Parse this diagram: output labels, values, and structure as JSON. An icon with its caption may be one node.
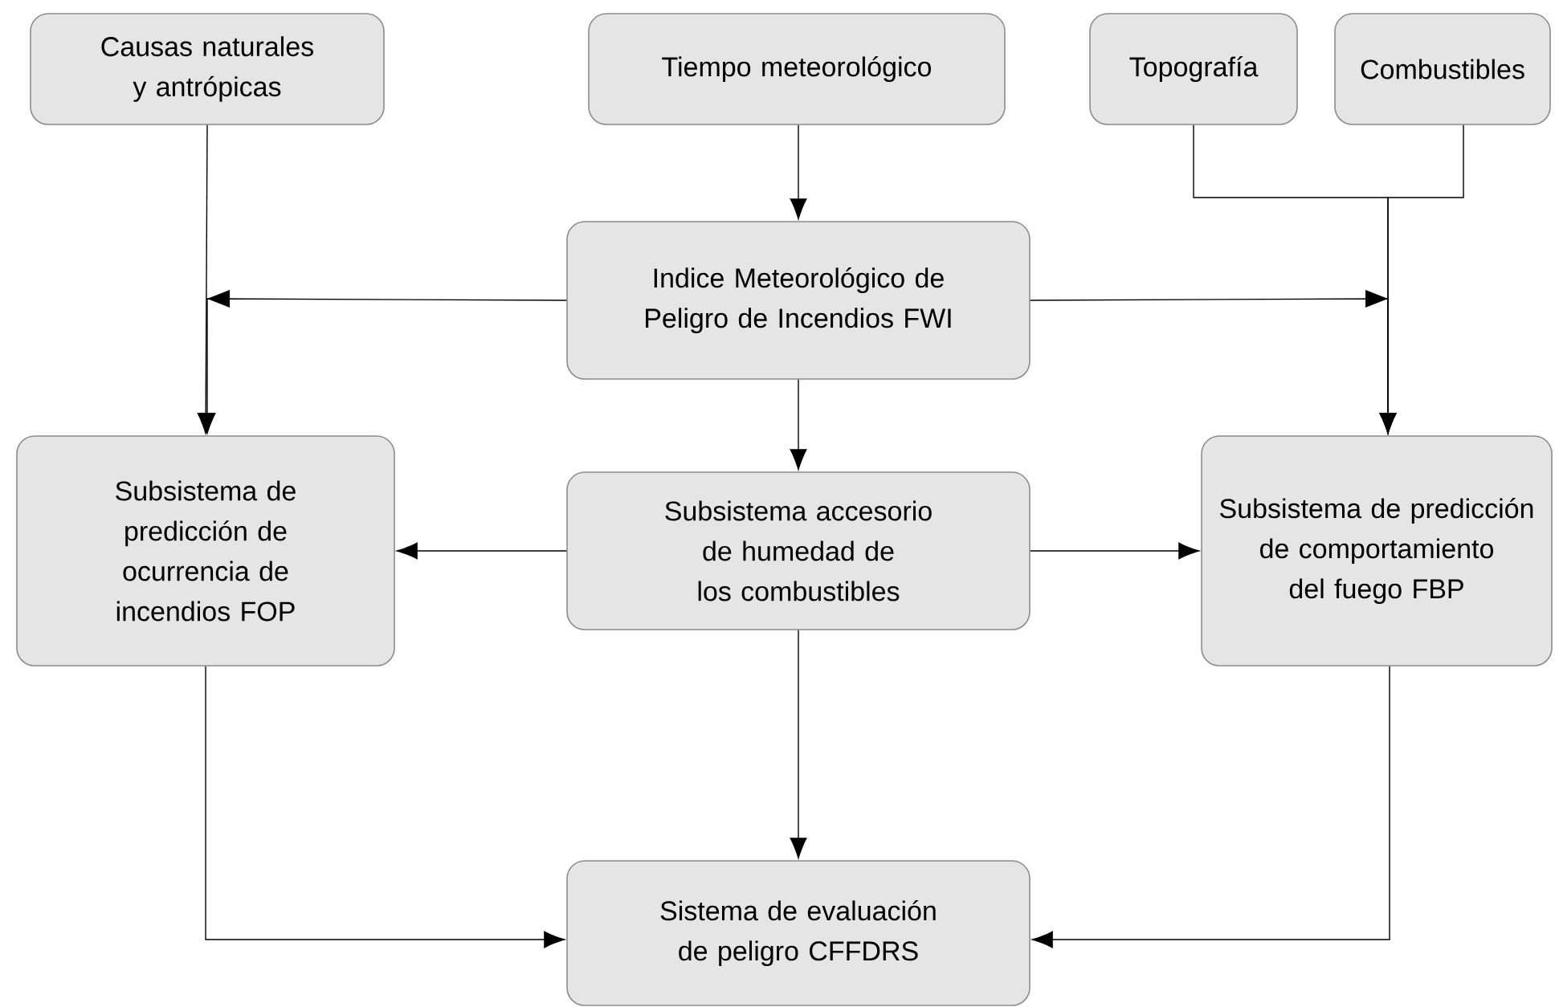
{
  "diagram": {
    "nodes": [
      {
        "text": [
          "Causas naturales y antrópicas"
        ]
      },
      {
        "text": [
          "Tiempo meteorológico"
        ]
      },
      {
        "text": [
          "Topografía"
        ]
      },
      {
        "text": [
          "Combustibles"
        ]
      },
      {
        "text": [
          "Indice Meteorológico de Peligro de Incendios FWI"
        ]
      },
      {
        "text": [
          "Subsistema de predicción de ocurrencia de incendios FOP"
        ]
      },
      {
        "text": [
          "Subsistema accesorio de humedad de los combustibles"
        ]
      },
      {
        "text": [
          "Subsistema de predicción de comportamiento del fuego FBP"
        ]
      },
      {
        "text": [
          "Sistema de evaluación de peligro CFFDRS"
        ]
      }
    ],
    "edges": [
      {
        "from": 1,
        "to": 4,
        "arrow": "to"
      },
      {
        "from": 0,
        "to": 5,
        "arrow": "to"
      },
      {
        "from": 4,
        "to": 5,
        "arrow": "to"
      },
      {
        "from": 2,
        "to": 7,
        "arrow": "to"
      },
      {
        "from": 3,
        "to": 7,
        "arrow": "to"
      },
      {
        "from": 4,
        "to": 7,
        "arrow": "to"
      },
      {
        "from": 4,
        "to": 6,
        "arrow": "to"
      },
      {
        "from": 6,
        "to": 5,
        "arrow": "to"
      },
      {
        "from": 6,
        "to": 7,
        "arrow": "to"
      },
      {
        "from": 6,
        "to": 8,
        "arrow": "to"
      },
      {
        "from": 5,
        "to": 8,
        "arrow": "to"
      },
      {
        "from": 7,
        "to": 8,
        "arrow": "to"
      }
    ]
  }
}
